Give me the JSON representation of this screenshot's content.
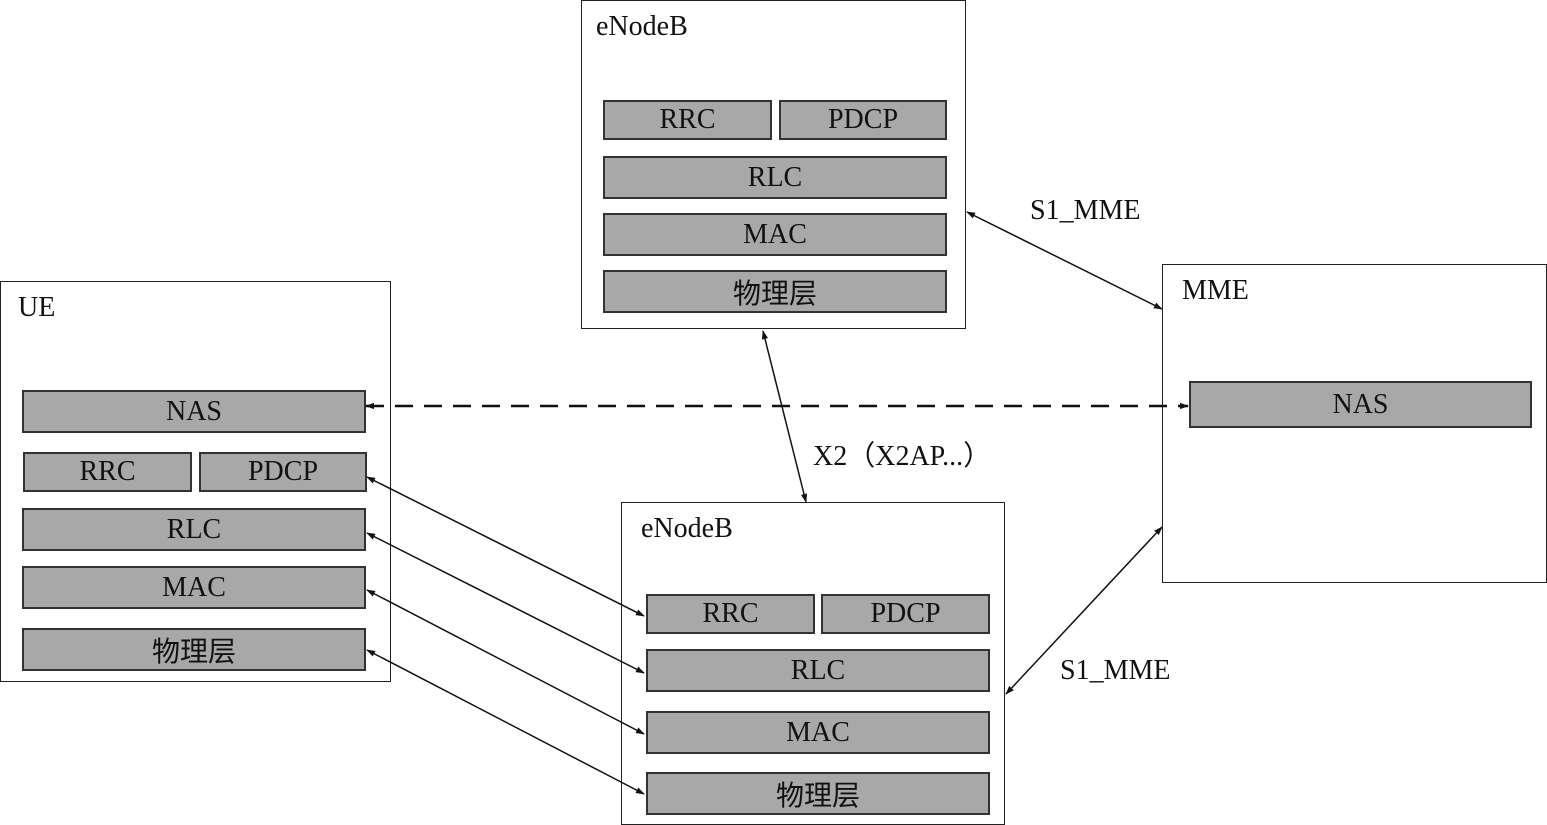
{
  "nodes": {
    "enb_top": {
      "title": "eNodeB",
      "layers": {
        "rrc": "RRC",
        "pdcp": "PDCP",
        "rlc": "RLC",
        "mac": "MAC",
        "phy": "物理层"
      }
    },
    "ue": {
      "title": "UE",
      "layers": {
        "nas": "NAS",
        "rrc": "RRC",
        "pdcp": "PDCP",
        "rlc": "RLC",
        "mac": "MAC",
        "phy": "物理层"
      }
    },
    "enb_bottom": {
      "title": "eNodeB",
      "layers": {
        "rrc": "RRC",
        "pdcp": "PDCP",
        "rlc": "RLC",
        "mac": "MAC",
        "phy": "物理层"
      }
    },
    "mme": {
      "title": "MME",
      "layers": {
        "nas": "NAS"
      }
    }
  },
  "interfaces": {
    "s1_top": "S1_MME",
    "s1_bottom": "S1_MME",
    "x2": "X2（X2AP...）"
  },
  "colors": {
    "layer_fill": "#a8a8a8",
    "line": "#111111"
  }
}
